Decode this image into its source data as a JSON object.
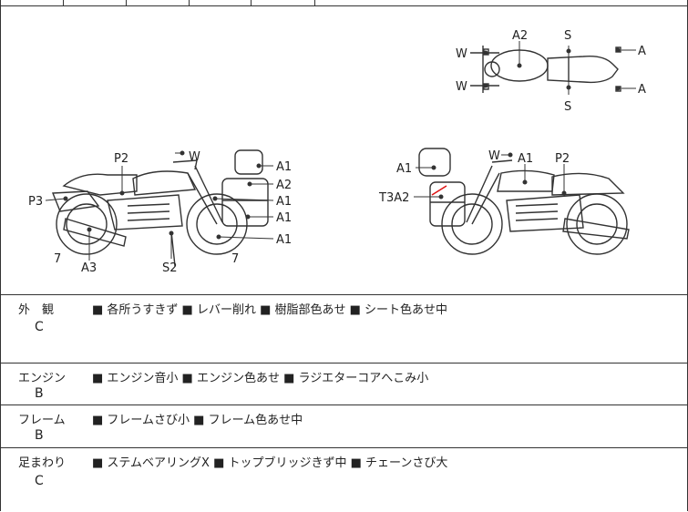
{
  "sections": [
    {
      "category": "外　観",
      "grade": "C",
      "notes": "■ 各所うすきず ■ レバー削れ ■ 樹脂部色あせ ■ シート色あせ中"
    },
    {
      "category": "エンジン",
      "grade": "B",
      "notes": "■ エンジン音小 ■ エンジン色あせ ■ ラジエターコアへこみ小"
    },
    {
      "category": "フレーム",
      "grade": "B",
      "notes": "■ フレームさび小 ■ フレーム色あせ中"
    },
    {
      "category": "足まわり",
      "grade": "C",
      "notes": "■ ステムベアリングX ■ トップブリッジきず中 ■ チェーンさび大"
    }
  ],
  "diagram": {
    "top_view": {
      "labels": [
        "A2",
        "S",
        "W",
        "A",
        "W",
        "A",
        "S"
      ]
    },
    "left_view": {
      "labels": [
        "P2",
        "W",
        "A1",
        "A2",
        "A1",
        "A1",
        "A1",
        "P3",
        "7",
        "7",
        "A3",
        "S2"
      ]
    },
    "right_view": {
      "labels": [
        "W",
        "A1",
        "P2",
        "A1",
        "T3A2"
      ]
    }
  }
}
